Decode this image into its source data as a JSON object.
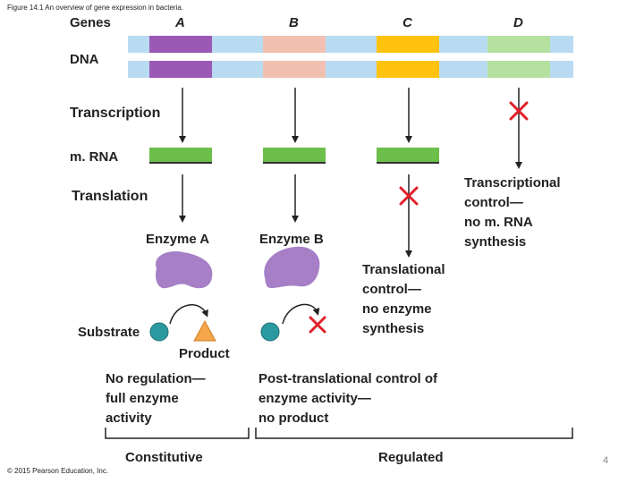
{
  "caption": "Figure 14.1 An overview of gene expression in bacteria.",
  "copyright": "© 2015 Pearson Education, Inc.",
  "page_number": "4",
  "labels": {
    "genes": "Genes",
    "dna": "DNA",
    "transcription": "Transcription",
    "mrna": "m. RNA",
    "translation": "Translation",
    "substrate": "Substrate",
    "product": "Product"
  },
  "genes": [
    {
      "letter": "A",
      "color": "#9b59b6"
    },
    {
      "letter": "B",
      "color": "#f2c0b0"
    },
    {
      "letter": "C",
      "color": "#ffc20e"
    },
    {
      "letter": "D",
      "color": "#b5e0a0"
    }
  ],
  "enzymes": {
    "a": "Enzyme A",
    "b": "Enzyme B"
  },
  "controls": {
    "transcriptional": [
      "Transcriptional",
      "control—",
      "no m. RNA",
      "synthesis"
    ],
    "translational": [
      "Translational",
      "control—",
      "no enzyme",
      "synthesis"
    ],
    "no_regulation": [
      "No regulation—",
      "full enzyme",
      "activity"
    ],
    "post_translational": [
      "Post-translational control of",
      "enzyme activity—",
      "no product"
    ]
  },
  "groups": {
    "constitutive": "Constitutive",
    "regulated": "Regulated"
  },
  "colors": {
    "dna_strand": "#b9dbf2",
    "mrna": "#6cbf4b",
    "enzyme": "#a67fc7",
    "block_x": "#e0202a",
    "substrate": "#2a9aa0",
    "product": "#f5a54a"
  }
}
